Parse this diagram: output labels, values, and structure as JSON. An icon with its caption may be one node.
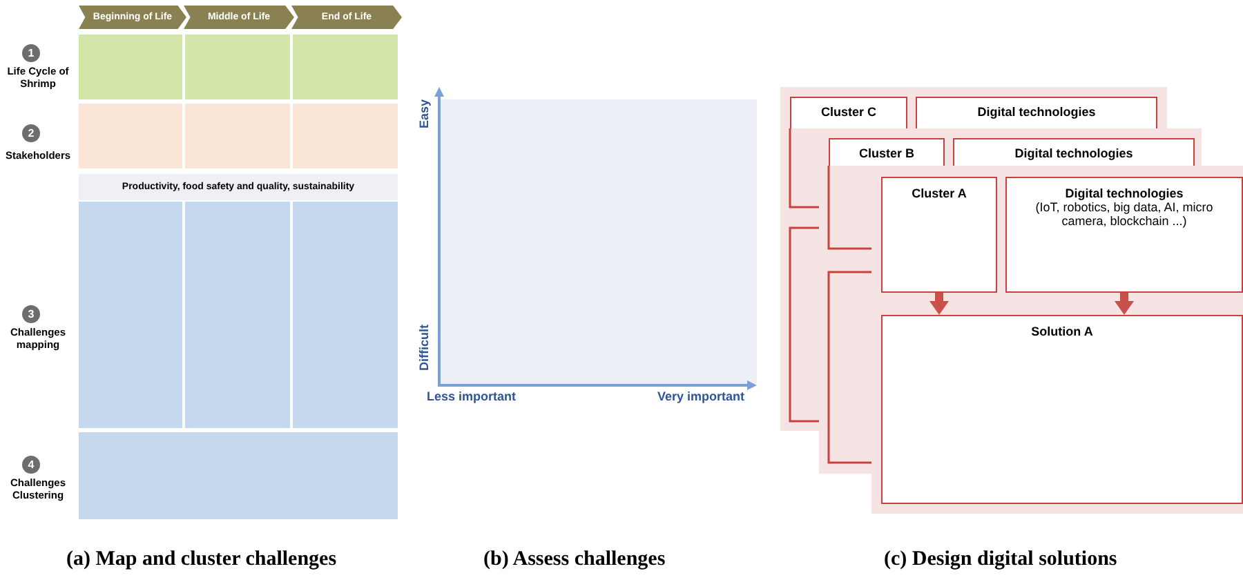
{
  "diagram": {
    "nodes": [
      {
        "text": [
          "Beginning of Life"
        ]
      },
      {
        "text": [
          "Middle of Life"
        ]
      },
      {
        "text": [
          "End of Life"
        ]
      },
      {
        "text": [
          "1"
        ],
        "beside": [
          "Life Cycle of Shrimp"
        ]
      },
      {
        "text": [],
        "shape": "box"
      },
      {
        "text": [],
        "shape": "box"
      },
      {
        "text": [],
        "shape": "box"
      },
      {
        "text": [
          "2"
        ],
        "beside": [
          "Stakeholders"
        ]
      },
      {
        "text": [],
        "shape": "box"
      },
      {
        "text": [],
        "shape": "box"
      },
      {
        "text": [],
        "shape": "box"
      },
      {
        "text": [
          "Productivity, food safety and quality, sustainability"
        ]
      },
      {
        "text": [
          "3"
        ],
        "beside": [
          "Challenges mapping"
        ]
      },
      {
        "text": [],
        "shape": "box"
      },
      {
        "text": [],
        "shape": "box"
      },
      {
        "text": [],
        "shape": "box"
      },
      {
        "text": [
          "4"
        ],
        "beside": [
          "Challenges Clustering"
        ]
      },
      {
        "text": [],
        "shape": "box"
      },
      {
        "text": [],
        "shape": "box"
      },
      {
        "text": [
          "Cluster C"
        ]
      },
      {
        "text": [
          "Digital technologies"
        ]
      },
      {
        "text": [
          "Cluster B"
        ]
      },
      {
        "text": [
          "Digital technologies"
        ]
      },
      {
        "text": [],
        "shape": "box"
      },
      {
        "text": [
          "Cluster A"
        ],
        "in": 23
      },
      {
        "text": [
          "Digital technologies",
          "(IoT, robotics, big data, AI, micro camera, blockchain ...)"
        ],
        "in": 23
      },
      {
        "text": [
          "Solution A"
        ],
        "in": 23
      }
    ],
    "edges": [
      {
        "from": 24,
        "to": 26,
        "arrow": "to"
      },
      {
        "from": 25,
        "to": 26,
        "arrow": "to"
      }
    ],
    "labels": [
      "Easy",
      "Difficult",
      "Less important",
      "Very important",
      "(a) Map and cluster challenges",
      "(b) Assess challenges",
      "(c) Design digital solutions"
    ]
  }
}
